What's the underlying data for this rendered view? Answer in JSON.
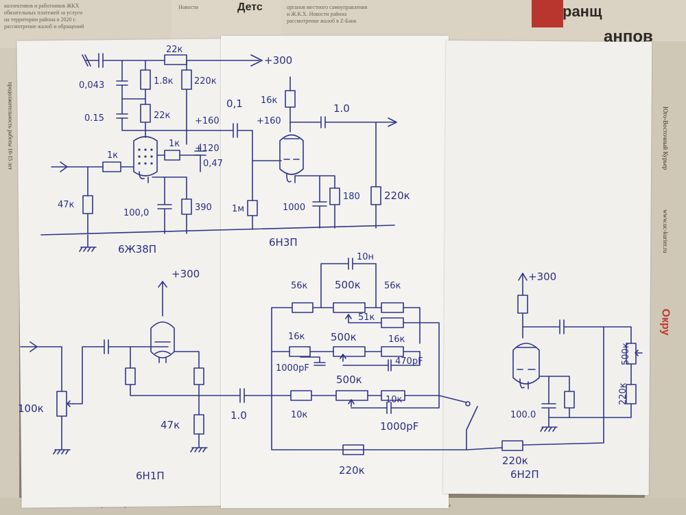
{
  "newspaper": {
    "top_mid_headline": "Детс",
    "top_mid_text": "Новости",
    "top_right_headline": "анпов",
    "top_right_headline2": "ранщ",
    "masthead": "Юго-Восточный Курьер",
    "url": "www.uc-kurier.ru",
    "side_headline": "Окру",
    "left_caption": "продолжительность работы 10-15 лет",
    "bottom_text": "Рассмотрение вопроса"
  },
  "schematic": {
    "stage1": {
      "tube": "6Ж38П",
      "supply": "+300",
      "labels": {
        "r_top": "22к",
        "c_0043": "0,043",
        "r_18k": "1.8к",
        "r_220k": "220к",
        "c_015": "0.15",
        "r_22k": "22к",
        "v_160": "+160",
        "r_grid": "1к",
        "r_screen": "1к",
        "v_120": "+120",
        "c_047": "0,47",
        "r_47k": "47к",
        "c_100": "100,0",
        "r_390": "390"
      }
    },
    "stage2": {
      "tube": "6Н3П",
      "labels": {
        "c_01": "0,1",
        "r_16k": "16к",
        "v_160": "+160",
        "c_10": "1.0",
        "r_1m": "1м",
        "c_1000": "1000",
        "r_180": "180",
        "r_220k": "220к"
      }
    },
    "stage3": {
      "tube": "6Н1П",
      "supply": "+300",
      "labels": {
        "pot_100k": "100к",
        "r_47k": "47к",
        "c_10": "1.0"
      }
    },
    "tone": {
      "labels": {
        "c_10n": "10н",
        "r_56k_l": "56к",
        "pot_500k_1": "500к",
        "r_56k_r": "56к",
        "r_51k": "51к",
        "r_16k_l": "16к",
        "pot_500k_2": "500к",
        "r_16k_r": "16к",
        "c_1000pf_a": "1000pF",
        "c_470pf": "470pF",
        "pot_500k_3": "500к",
        "r_10k_l": "10к",
        "r_10k_r": "10к",
        "c_1000pf_b": "1000pF",
        "r_220k": "220к"
      }
    },
    "stage4": {
      "tube": "6Н2П",
      "supply": "+300",
      "labels": {
        "pot_500k": "500к",
        "r_220k": "220к",
        "c_100": "100.0",
        "r_feedback": "220к"
      }
    }
  }
}
